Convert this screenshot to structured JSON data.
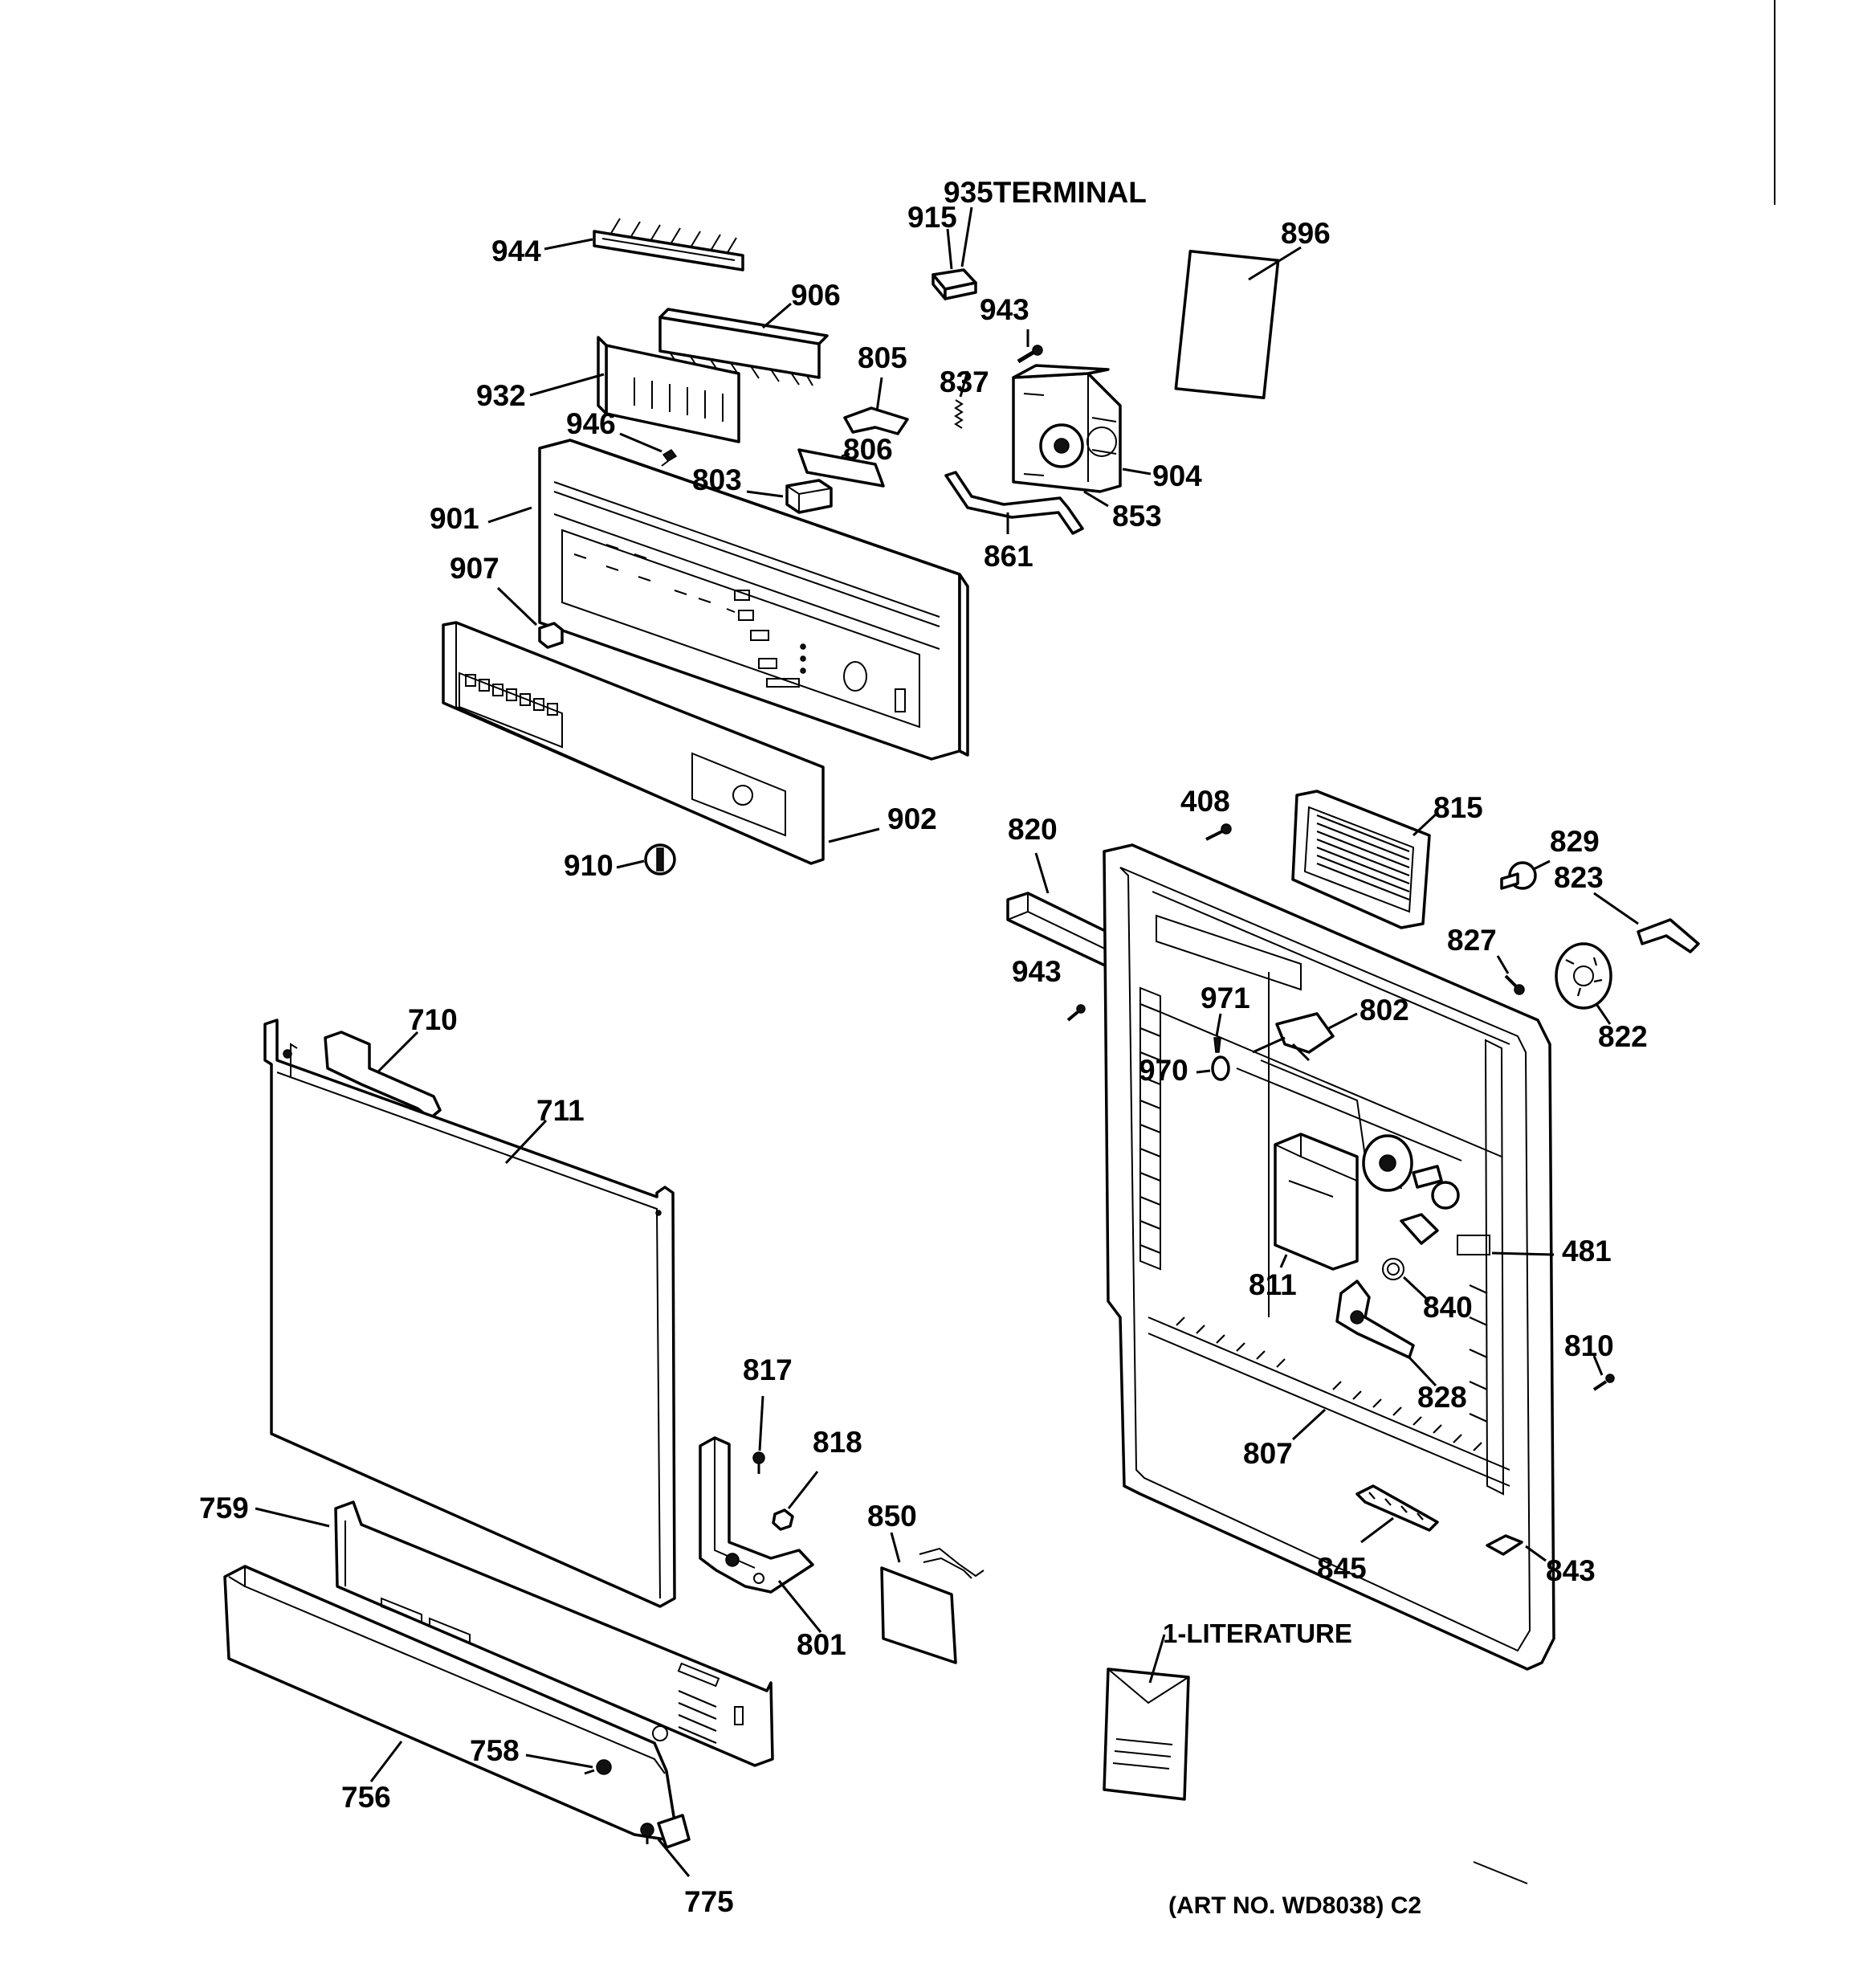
{
  "diagram": {
    "art_number": "(ART NO. WD8038) C2",
    "callouts": {
      "c935": "935TERMINAL",
      "c915": "915",
      "c896": "896",
      "c944": "944",
      "c906": "906",
      "c943a": "943",
      "c805": "805",
      "c837": "837",
      "c932": "932",
      "c946": "946",
      "c806": "806",
      "c803": "803",
      "c904": "904",
      "c853": "853",
      "c901": "901",
      "c861": "861",
      "c907": "907",
      "c902": "902",
      "c910": "910",
      "c408": "408",
      "c815": "815",
      "c820": "820",
      "c829": "829",
      "c823": "823",
      "c827": "827",
      "c943b": "943",
      "c971": "971",
      "c802": "802",
      "c822": "822",
      "c970": "970",
      "c710": "710",
      "c711": "711",
      "c481": "481",
      "c811": "811",
      "c840": "840",
      "c810": "810",
      "c817": "817",
      "c828": "828",
      "c807": "807",
      "c818": "818",
      "c759": "759",
      "c850": "850",
      "c845": "845",
      "c843": "843",
      "c801": "801",
      "c1": "1-LITERATURE",
      "c758": "758",
      "c756": "756",
      "c775": "775"
    }
  }
}
